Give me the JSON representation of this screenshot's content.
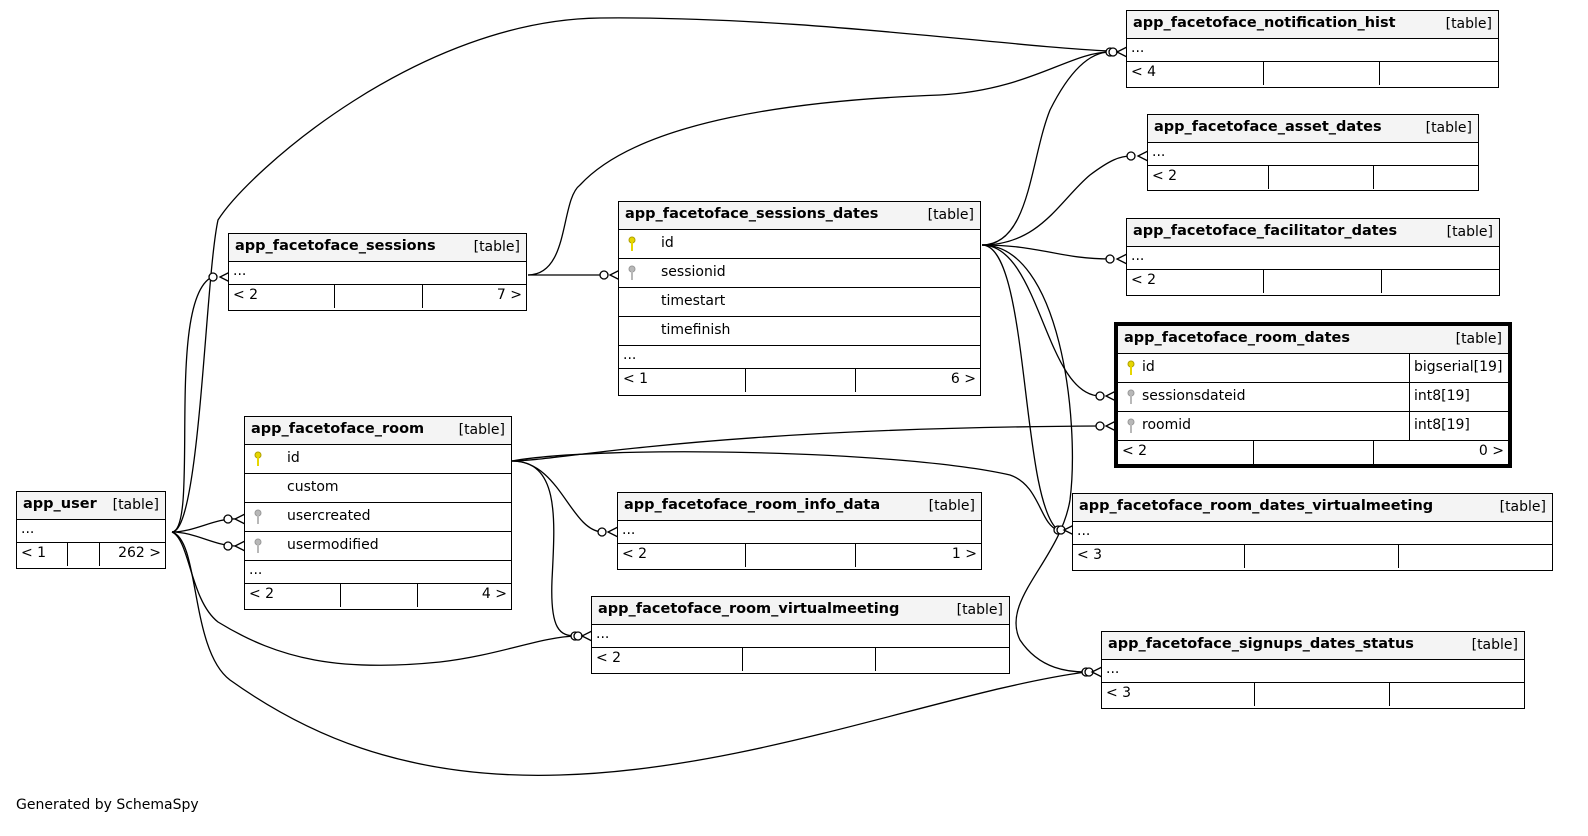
{
  "tables": {
    "notification_hist": {
      "name": "app_facetoface_notification_hist",
      "kind": "[table]",
      "ellipsis": "...",
      "parents": "< 4",
      "children": ""
    },
    "asset_dates": {
      "name": "app_facetoface_asset_dates",
      "kind": "[table]",
      "ellipsis": "...",
      "parents": "< 2",
      "children": ""
    },
    "sessions_dates": {
      "name": "app_facetoface_sessions_dates",
      "kind": "[table]",
      "columns": [
        "id",
        "sessionid",
        "timestart",
        "timefinish"
      ],
      "ellipsis": "...",
      "parents": "< 1",
      "children": "6 >"
    },
    "sessions": {
      "name": "app_facetoface_sessions",
      "kind": "[table]",
      "ellipsis": "...",
      "parents": "< 2",
      "children": "7 >"
    },
    "facilitator_dates": {
      "name": "app_facetoface_facilitator_dates",
      "kind": "[table]",
      "ellipsis": "...",
      "parents": "< 2",
      "children": ""
    },
    "room_dates": {
      "name": "app_facetoface_room_dates",
      "kind": "[table]",
      "columns": [
        "id",
        "sessionsdateid",
        "roomid"
      ],
      "types": [
        "bigserial[19]",
        "int8[19]",
        "int8[19]"
      ],
      "parents": "< 2",
      "children": "0 >"
    },
    "room": {
      "name": "app_facetoface_room",
      "kind": "[table]",
      "columns": [
        "id",
        "custom",
        "usercreated",
        "usermodified"
      ],
      "ellipsis": "...",
      "parents": "< 2",
      "children": "4 >"
    },
    "user": {
      "name": "app_user",
      "kind": "[table]",
      "ellipsis": "...",
      "parents": "< 1",
      "children": "262 >"
    },
    "room_info_data": {
      "name": "app_facetoface_room_info_data",
      "kind": "[table]",
      "ellipsis": "...",
      "parents": "< 2",
      "children": "1 >"
    },
    "room_dates_virtualmeeting": {
      "name": "app_facetoface_room_dates_virtualmeeting",
      "kind": "[table]",
      "ellipsis": "...",
      "parents": "< 3",
      "children": ""
    },
    "room_virtualmeeting": {
      "name": "app_facetoface_room_virtualmeeting",
      "kind": "[table]",
      "ellipsis": "...",
      "parents": "< 2",
      "children": ""
    },
    "signups_dates_status": {
      "name": "app_facetoface_signups_dates_status",
      "kind": "[table]",
      "ellipsis": "...",
      "parents": "< 3",
      "children": ""
    }
  },
  "footer": "Generated by SchemaSpy",
  "colors": {
    "primary_key": "#e6d600",
    "foreign_key": "#b8b8b8",
    "header": "#f4f4f4",
    "line": "#000000"
  }
}
